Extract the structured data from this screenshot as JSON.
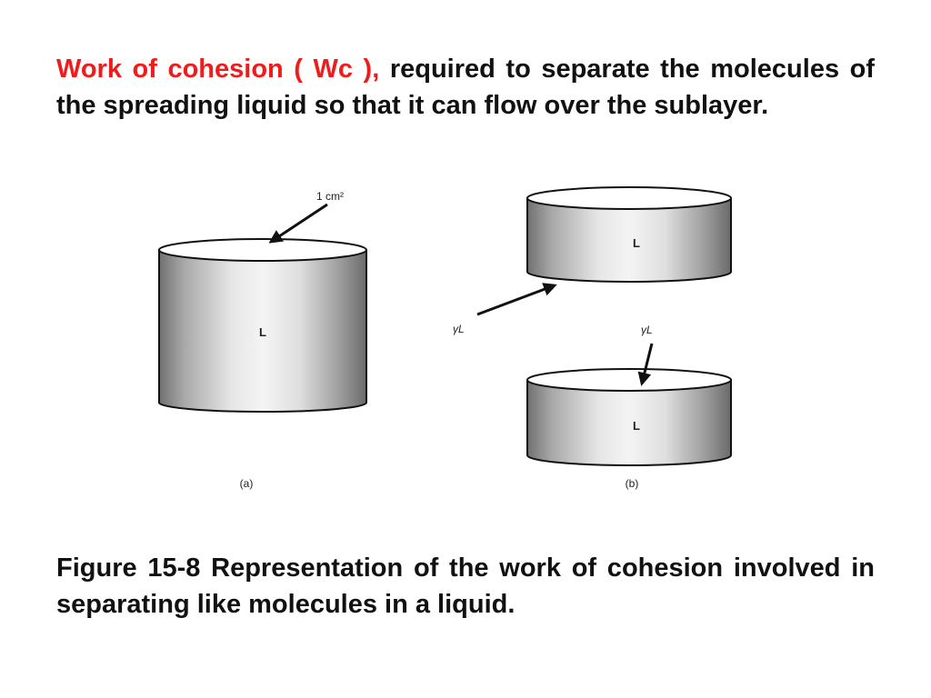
{
  "paragraph": {
    "highlight": "Work of cohesion ( Wc ),",
    "rest": " required to separate the molecules of the spreading liquid so that it can flow over the sublayer",
    "end": "."
  },
  "figure": {
    "area_label": "1 cm²",
    "liquid_label": "L",
    "tension_label": "γL",
    "panel_a": "(a)",
    "panel_b": "(b)"
  },
  "caption": "Figure 15-8 Representation of the work of cohesion involved in separating like molecules in a liquid.",
  "colors": {
    "highlight": "#ee1c1c"
  }
}
